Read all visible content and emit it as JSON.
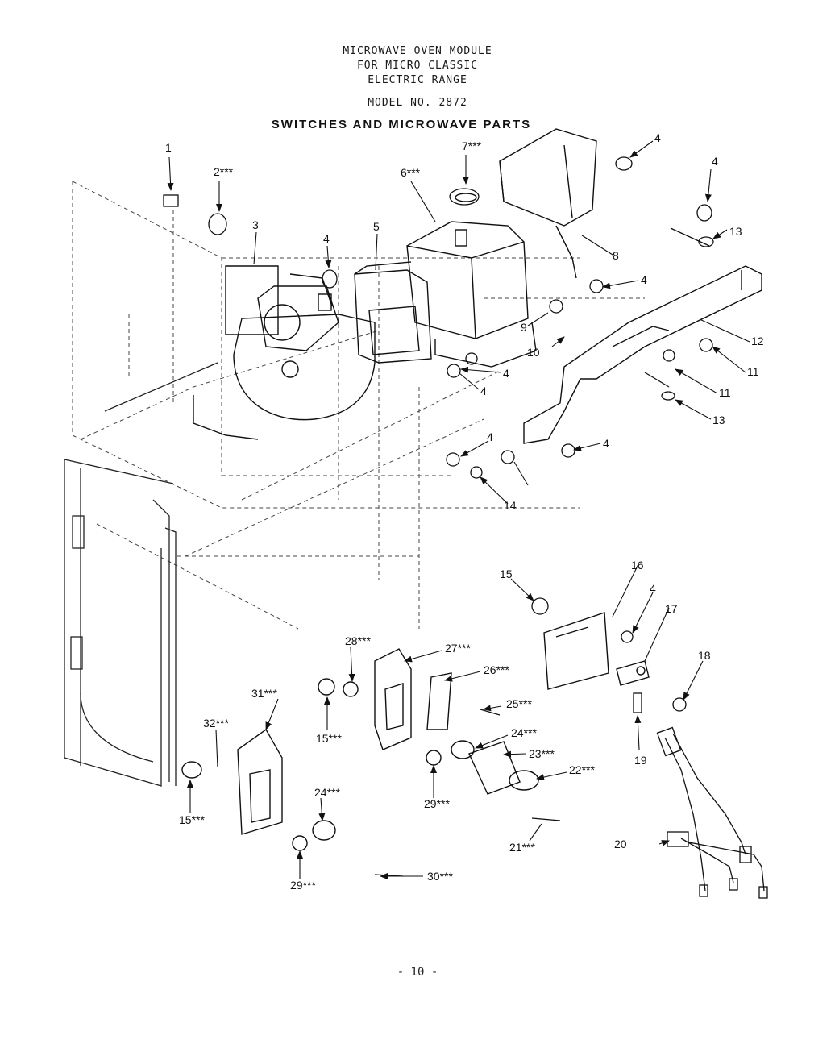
{
  "header": {
    "line1": "MICROWAVE OVEN MODULE",
    "line2": "FOR MICRO CLASSIC",
    "line3": "ELECTRIC RANGE",
    "model": "MODEL NO. 2872",
    "section": "SWITCHES AND MICROWAVE PARTS"
  },
  "callouts": [
    {
      "id": "c1",
      "text": "1"
    },
    {
      "id": "c2",
      "text": "2***"
    },
    {
      "id": "c3",
      "text": "3"
    },
    {
      "id": "c4a",
      "text": "4"
    },
    {
      "id": "c5",
      "text": "5"
    },
    {
      "id": "c6",
      "text": "6***"
    },
    {
      "id": "c7",
      "text": "7***"
    },
    {
      "id": "c4b",
      "text": "4"
    },
    {
      "id": "c4c",
      "text": "4"
    },
    {
      "id": "c13a",
      "text": "13"
    },
    {
      "id": "c8",
      "text": "8"
    },
    {
      "id": "c4d",
      "text": "4"
    },
    {
      "id": "c9",
      "text": "9"
    },
    {
      "id": "c10",
      "text": "10"
    },
    {
      "id": "c12",
      "text": "12"
    },
    {
      "id": "c11a",
      "text": "11"
    },
    {
      "id": "c11b",
      "text": "11"
    },
    {
      "id": "c13b",
      "text": "13"
    },
    {
      "id": "c4e",
      "text": "4"
    },
    {
      "id": "c4f",
      "text": "4"
    },
    {
      "id": "c4g",
      "text": "4"
    },
    {
      "id": "c4h",
      "text": "4"
    },
    {
      "id": "c14",
      "text": "14"
    },
    {
      "id": "c15a",
      "text": "15"
    },
    {
      "id": "c16",
      "text": "16"
    },
    {
      "id": "c4i",
      "text": "4"
    },
    {
      "id": "c17",
      "text": "17"
    },
    {
      "id": "c18",
      "text": "18"
    },
    {
      "id": "c19",
      "text": "19"
    },
    {
      "id": "c20",
      "text": "20"
    },
    {
      "id": "c21",
      "text": "21***"
    },
    {
      "id": "c22",
      "text": "22***"
    },
    {
      "id": "c23a",
      "text": "23***"
    },
    {
      "id": "c24a",
      "text": "24***"
    },
    {
      "id": "c25",
      "text": "25***"
    },
    {
      "id": "c26",
      "text": "26***"
    },
    {
      "id": "c27",
      "text": "27***"
    },
    {
      "id": "c28",
      "text": "28***"
    },
    {
      "id": "c15b",
      "text": "15***"
    },
    {
      "id": "c29a",
      "text": "29***"
    },
    {
      "id": "c31",
      "text": "31***"
    },
    {
      "id": "c32",
      "text": "32***"
    },
    {
      "id": "c15c",
      "text": "15***"
    },
    {
      "id": "c24b",
      "text": "24***"
    },
    {
      "id": "c29b",
      "text": "29***"
    },
    {
      "id": "c30",
      "text": "30***"
    }
  ],
  "footer": {
    "page": "- 10 -"
  }
}
